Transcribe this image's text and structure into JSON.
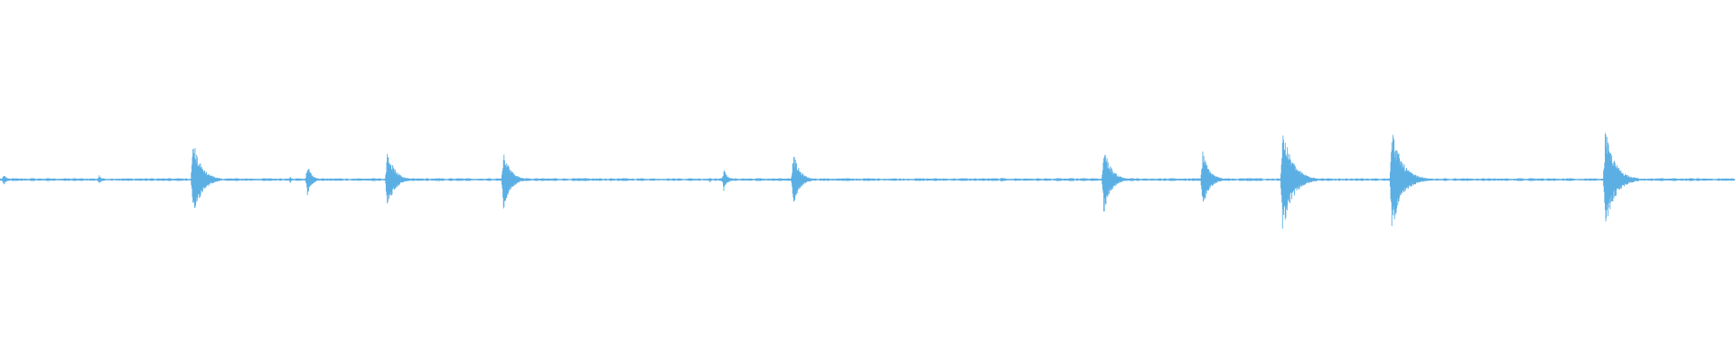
{
  "waveform": {
    "color": "#5aaee3",
    "baseline_amplitude": 0.012,
    "events": [
      {
        "t": 0.002,
        "amp": 0.09
      },
      {
        "t": 0.057,
        "amp": 0.07
      },
      {
        "t": 0.111,
        "amp": 0.55
      },
      {
        "t": 0.167,
        "amp": 0.05
      },
      {
        "t": 0.177,
        "amp": 0.22
      },
      {
        "t": 0.223,
        "amp": 0.43
      },
      {
        "t": 0.29,
        "amp": 0.42
      },
      {
        "t": 0.32,
        "amp": 0.03
      },
      {
        "t": 0.409,
        "amp": 0.04
      },
      {
        "t": 0.417,
        "amp": 0.16
      },
      {
        "t": 0.457,
        "amp": 0.38
      },
      {
        "t": 0.577,
        "amp": 0.04
      },
      {
        "t": 0.636,
        "amp": 0.46
      },
      {
        "t": 0.693,
        "amp": 0.4
      },
      {
        "t": 0.739,
        "amp": 0.69
      },
      {
        "t": 0.802,
        "amp": 0.69
      },
      {
        "t": 0.925,
        "amp": 0.66
      }
    ]
  }
}
